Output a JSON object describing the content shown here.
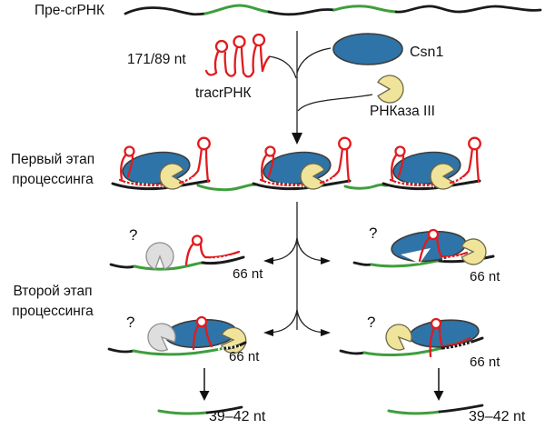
{
  "pre_crrna_label": "Пре-crРНК",
  "tracrrna": {
    "length_label": "171/89 nt",
    "name_label": "tracrРНК"
  },
  "proteins": {
    "csn1_label": "Csn1",
    "rnase3_label": "РНКаза III"
  },
  "stage1_label": {
    "line1": "Первый этап",
    "line2": "процессинга"
  },
  "stage2_label": {
    "line1": "Второй этап",
    "line2": "процессинга"
  },
  "intermediates": {
    "top_left": {
      "question": "?",
      "length": "66 nt"
    },
    "top_right": {
      "question": "?",
      "length": "66 nt"
    },
    "bottom_left": {
      "question": "?",
      "length": "66 nt"
    },
    "bottom_right": {
      "question": "?",
      "length": "66 nt"
    }
  },
  "products": {
    "left_length": "39–42 nt",
    "right_length": "39–42 nt"
  },
  "colors": {
    "csn1_blue": "#2e74a8",
    "rnase_yellow": "#efe49a",
    "unknown_gray": "#dedede",
    "rna_red": "#e11b1e",
    "spacer_green": "#3f9e3d",
    "line_black": "#1a1a1a"
  }
}
